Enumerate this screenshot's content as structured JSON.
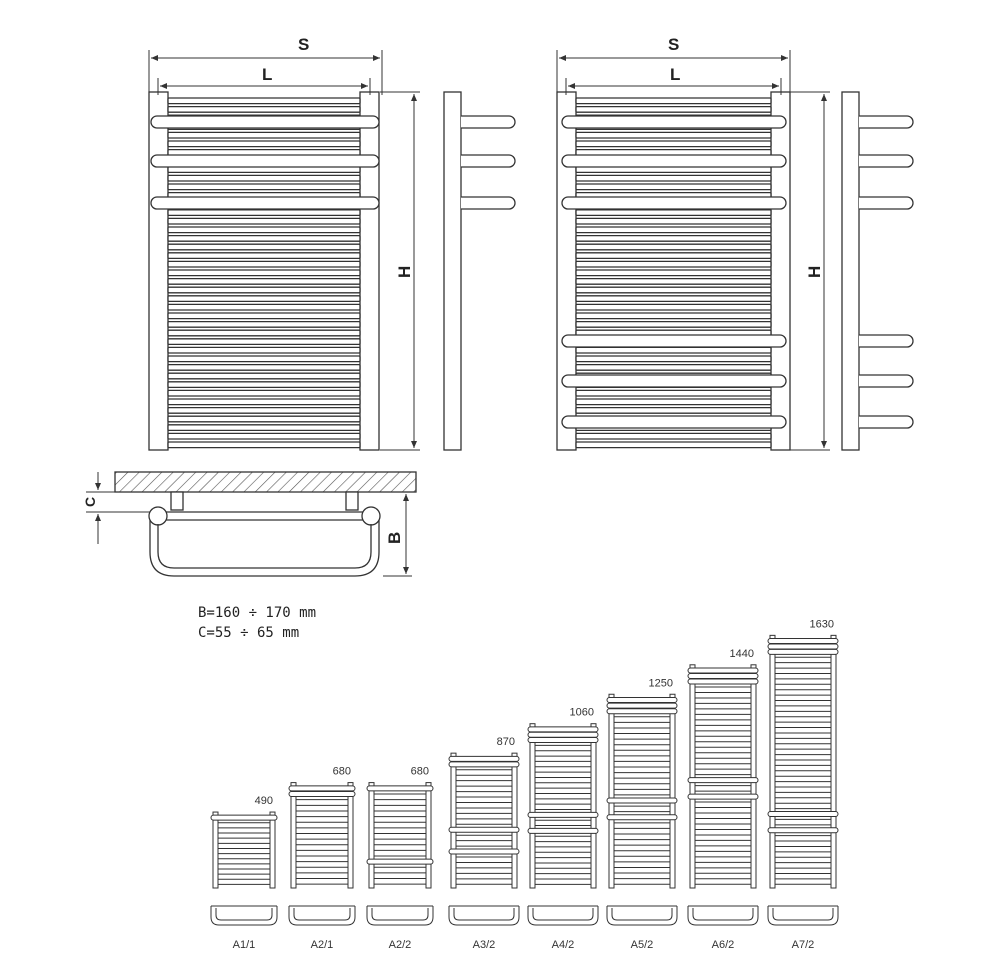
{
  "dimension_labels": {
    "overall_width": "S",
    "rail_spacing": "L",
    "height": "H",
    "wall_gap": "C",
    "depth": "B"
  },
  "specs": {
    "b_range": "B=160 ÷ 170 mm",
    "c_range": "C=55 ÷ 65 mm"
  },
  "models": [
    {
      "name": "A1/1",
      "height_label": "490",
      "height": 490,
      "bar_count": 14,
      "towel_rails": [
        1
      ]
    },
    {
      "name": "A2/1",
      "height_label": "680",
      "height": 680,
      "bar_count": 18,
      "towel_rails": [
        1,
        2
      ]
    },
    {
      "name": "A2/2",
      "height_label": "680",
      "height": 680,
      "bar_count": 18,
      "towel_rails": [
        1,
        14
      ]
    },
    {
      "name": "A3/2",
      "height_label": "870",
      "height": 870,
      "bar_count": 24,
      "towel_rails": [
        1,
        2,
        14,
        18
      ]
    },
    {
      "name": "A4/2",
      "height_label": "1060",
      "height": 1060,
      "bar_count": 30,
      "towel_rails": [
        1,
        2,
        3,
        17,
        20
      ]
    },
    {
      "name": "A5/2",
      "height_label": "1250",
      "height": 1250,
      "bar_count": 34,
      "towel_rails": [
        1,
        2,
        3,
        19,
        22
      ]
    },
    {
      "name": "A6/2",
      "height_label": "1440",
      "height": 1440,
      "bar_count": 40,
      "towel_rails": [
        1,
        2,
        3,
        21,
        24
      ]
    },
    {
      "name": "A7/2",
      "height_label": "1630",
      "height": 1630,
      "bar_count": 46,
      "towel_rails": [
        1,
        2,
        3,
        33,
        36
      ]
    }
  ],
  "colors": {
    "line": "#333333",
    "fill": "#ffffff",
    "hatch": "#555555"
  }
}
